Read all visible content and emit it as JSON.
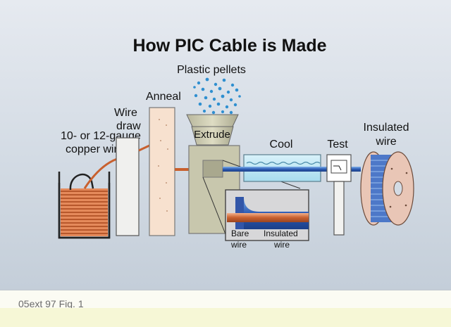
{
  "diagram": {
    "title": "How PIC Cable is Made",
    "labels": {
      "copper_wire_line1": "10- or 12-gauge",
      "copper_wire_line2": "copper wire",
      "wire_draw_line1": "Wire",
      "wire_draw_line2": "draw",
      "anneal": "Anneal",
      "plastic_pellets": "Plastic pellets",
      "extrude": "Extrude",
      "cool": "Cool",
      "test": "Test",
      "insulated_wire_line1": "Insulated",
      "insulated_wire_line2": "wire",
      "bare_wire_line1": "Bare",
      "bare_wire_line2": "wire",
      "inset_insulated_line1": "Insulated",
      "inset_insulated_line2": "wire"
    },
    "colors": {
      "background": "#d3dbe4",
      "copper": "#d07040",
      "insulation_blue": "#3a62b8",
      "water": "#bfe7f3",
      "machine": "#c8c7ad",
      "pellets": "#2f8fd0",
      "spool": "#e9c6b6"
    }
  },
  "caption": "05ext 97 Fig. 1"
}
